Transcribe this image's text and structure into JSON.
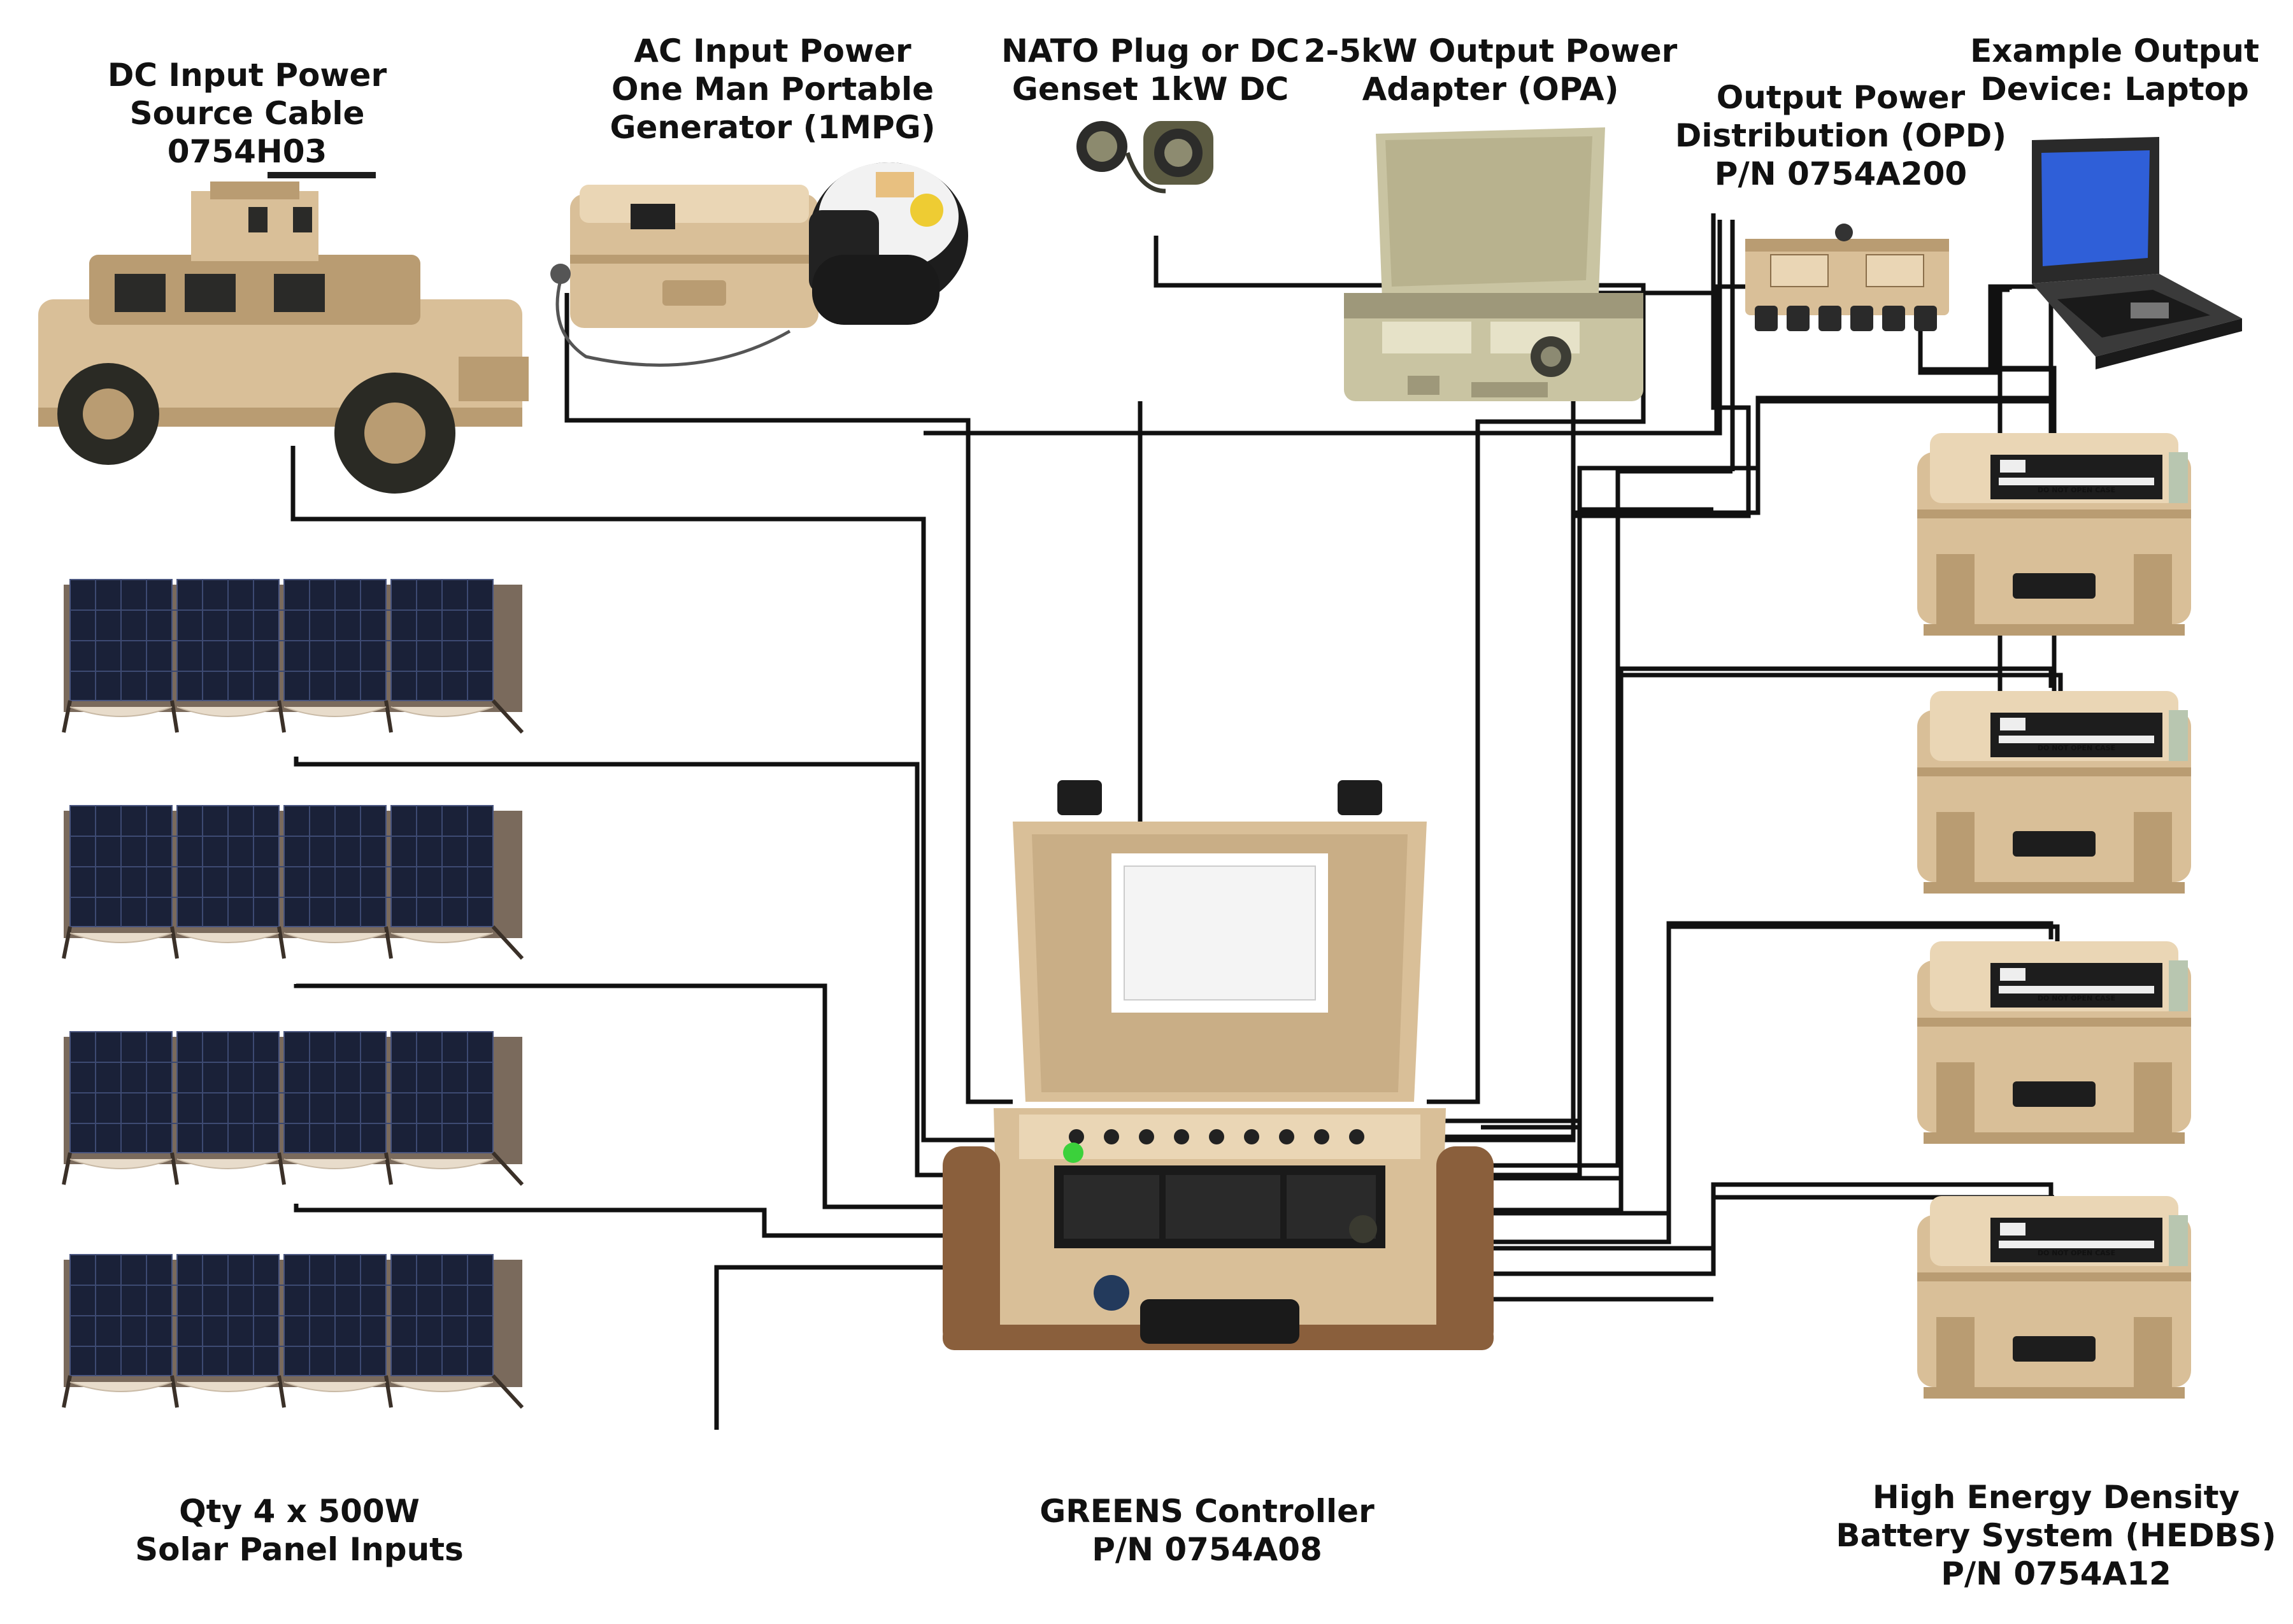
{
  "labels": {
    "dc_input": [
      "DC Input Power",
      "Source Cable",
      "0754H03"
    ],
    "ac_input": [
      "AC Input Power",
      "One Man Portable",
      "Generator (1MPG)"
    ],
    "nato": [
      "NATO Plug or DC",
      "Genset 1kW DC"
    ],
    "opa": [
      "2-5kW Output Power",
      "Adapter (OPA)"
    ],
    "opd": [
      "Output Power",
      "Distribution (OPD)",
      "P/N 0754A200"
    ],
    "laptop": [
      "Example Output",
      "Device: Laptop"
    ],
    "solar": [
      "Qty 4 x 500W",
      "Solar Panel Inputs"
    ],
    "controller": [
      "GREENS Controller",
      "P/N 0754A08"
    ],
    "hedbs": [
      "High Energy Density",
      "Battery System (HEDBS)",
      "P/N 0754A12"
    ]
  },
  "battery_labels": {
    "line1": "RECHARGEABLE LITHIUM BATTERY",
    "line2": "DO NOT OPEN CASE",
    "line3": "NO SERVICEABLE PARTS"
  },
  "colors": {
    "wire": "#111111",
    "case_tan": "#d9bf98",
    "opa_olive": "#c9c4a2",
    "solar_cell": "#1a2138",
    "screen_blue": "#2f5fd8",
    "led_green": "#3bd13b"
  }
}
